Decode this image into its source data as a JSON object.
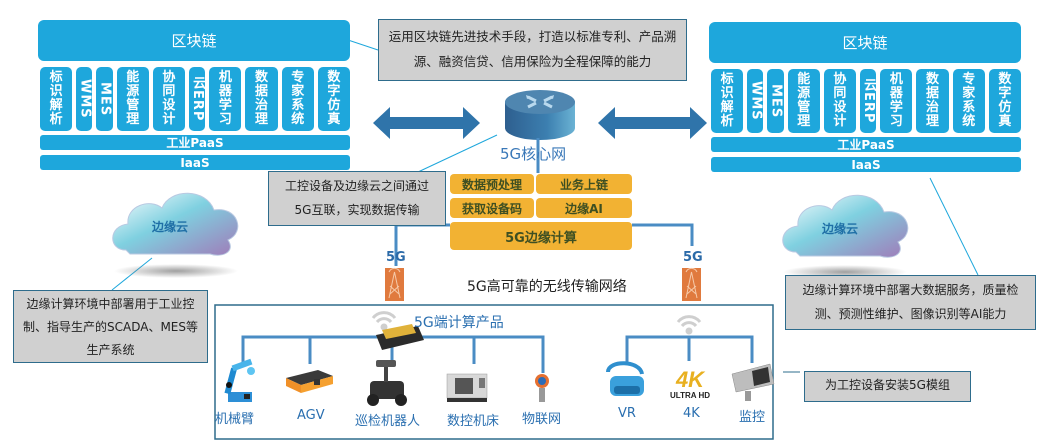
{
  "left_stack": {
    "title": "区块链",
    "modules": [
      {
        "label": "标识解析",
        "vertical": false
      },
      {
        "label": "WMS",
        "vertical": true
      },
      {
        "label": "MES",
        "vertical": true
      },
      {
        "label": "能源管理",
        "vertical": false
      },
      {
        "label": "协同设计",
        "vertical": false
      },
      {
        "label": "云ERP",
        "vertical": true
      },
      {
        "label": "机器学习",
        "vertical": false
      },
      {
        "label": "数据治理",
        "vertical": false
      },
      {
        "label": "专家系统",
        "vertical": false
      },
      {
        "label": "数字仿真",
        "vertical": false
      }
    ],
    "paas": "工业PaaS",
    "iaas": "IaaS"
  },
  "right_stack": {
    "title": "区块链",
    "modules": [
      {
        "label": "标识解析",
        "vertical": false
      },
      {
        "label": "WMS",
        "vertical": true
      },
      {
        "label": "MES",
        "vertical": true
      },
      {
        "label": "能源管理",
        "vertical": false
      },
      {
        "label": "协同设计",
        "vertical": false
      },
      {
        "label": "云ERP",
        "vertical": true
      },
      {
        "label": "机器学习",
        "vertical": false
      },
      {
        "label": "数据治理",
        "vertical": false
      },
      {
        "label": "专家系统",
        "vertical": false
      },
      {
        "label": "数字仿真",
        "vertical": false
      }
    ],
    "paas": "工业PaaS",
    "iaas": "IaaS"
  },
  "notes": {
    "blockchain": "运用区块链先进技术手段，打造以标准专利、产品溯源、融资信贷、信用保险为全程保障的能力",
    "interconnect": "工控设备及边缘云之间通过5G互联，实现数据传输",
    "left_edge": "边缘计算环境中部署用于工业控制、指导生产的SCADA、MES等生产系统",
    "right_edge": "边缘计算环境中部署大数据服务，质量检测、预测性维护、图像识别等AI能力",
    "module": "为工控设备安装5G模组"
  },
  "core": {
    "label": "5G核心网"
  },
  "edge_compute": {
    "items": [
      "数据预处理",
      "业务上链",
      "获取设备码",
      "边缘AI"
    ],
    "main": "5G边缘计算"
  },
  "clouds": {
    "left": "边缘云",
    "right": "边缘云"
  },
  "network": {
    "left_5g": "5G",
    "right_5g": "5G",
    "label": "5G高可靠的无线传输网络"
  },
  "terminal": {
    "title": "5G端计算产品",
    "group1": [
      "机械臂",
      "AGV",
      "巡检机器人",
      "数控机床",
      "物联网"
    ],
    "group2": [
      "VR",
      "4K",
      "监控"
    ],
    "uhd_badge": "ULTRA HD",
    "badge_4k": "4K"
  },
  "colors": {
    "stack_blue": "#1ea7dc",
    "arrow_blue": "#2f74aa",
    "edge_orange": "#f2b233",
    "tower_orange": "#e07a3e",
    "note_gray": "#d0d0d0",
    "line_blue": "#4a8cc4"
  }
}
